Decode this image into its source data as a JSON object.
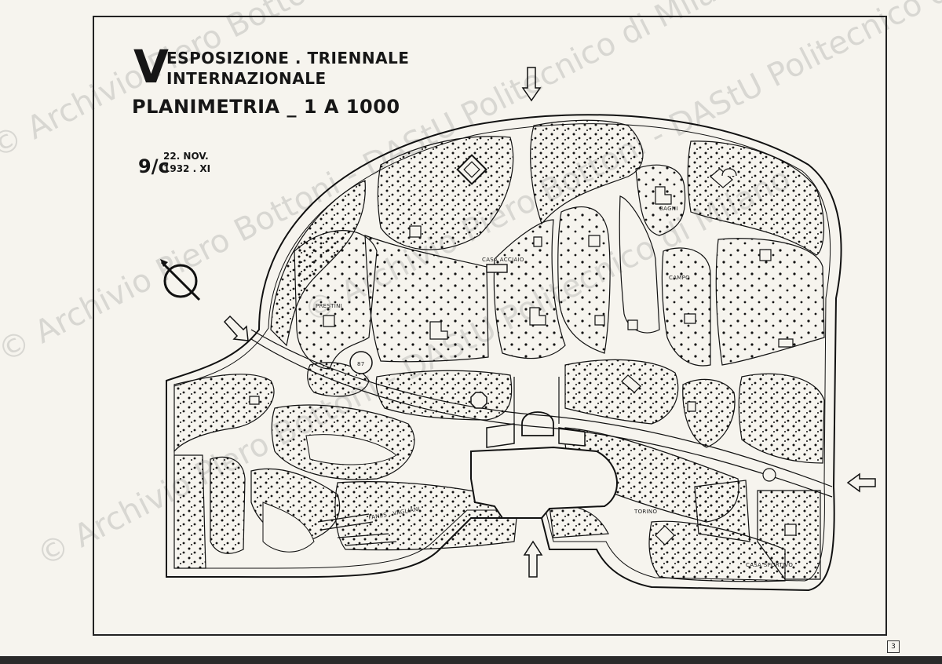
{
  "title": {
    "numeral": "V",
    "line1": "ESPOSIZIONE . TRIENNALE",
    "line2": "INTERNAZIONALE",
    "line3": "PLANIMETRIA _ 1 A 1000"
  },
  "signature": {
    "initials": "9/c",
    "date_line1": "22. NOV.",
    "date_line2": "1932 . XI"
  },
  "plan_labels": {
    "casa_acciaio": "CASA ACCIAIO",
    "prestini": "PRESTINI",
    "bagni": "BAGNI",
    "campo": "CAMPO",
    "torino": "TORINO",
    "fanes_vagliani": "FANES . VAGLIANI",
    "casa_sportivo": "CASA SPORTIVO",
    "rotonda_number": "87"
  },
  "page_number": "3",
  "watermark": "© Archivio Piero Bottoni - DAStU Politecnico di Milano",
  "colors": {
    "ink": "#161616",
    "paper": "#f6f4ee",
    "watermark": "#8c8c8c"
  },
  "icons": [
    "north-arrow-icon",
    "entrance-arrow-icon"
  ]
}
